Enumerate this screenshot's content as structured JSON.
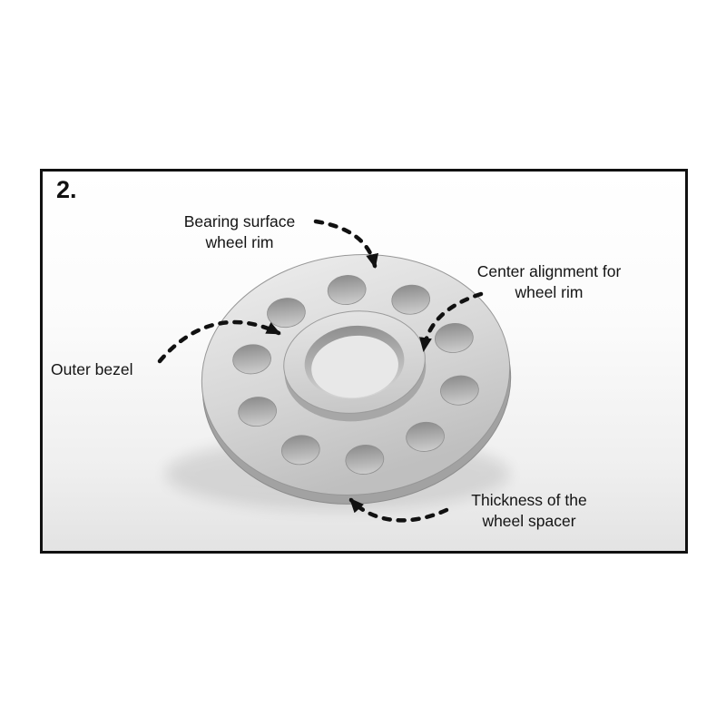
{
  "diagram": {
    "step_label": "2.",
    "labels": {
      "bearing_surface": "Bearing surface\nwheel rim",
      "center_alignment": "Center alignment for\nwheel rim",
      "outer_bezel": "Outer bezel",
      "thickness": "Thickness of the\nwheel spacer"
    },
    "subject": "wheel spacer perspective illustration with 10 bolt holes and raised center hub",
    "colors": {
      "frame_border": "#111111",
      "arrow": "#111111",
      "spacer_light": "#ececec",
      "spacer_mid": "#d6d6d6",
      "spacer_dark": "#a2a2a2",
      "background": "#ffffff"
    },
    "icon_names": [
      "dashed-arrow",
      "wheel-spacer-illustration"
    ]
  }
}
